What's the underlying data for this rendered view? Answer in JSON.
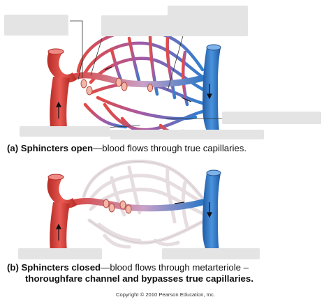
{
  "captions": {
    "a": {
      "prefix": "(a) ",
      "bold": "Sphincters open",
      "rest": "—blood flows through true capillaries."
    },
    "b": {
      "prefix": "(b) ",
      "bold": "Sphincters closed",
      "rest1": "—blood flows through metarteriole –",
      "rest2": "thoroughfare channel and bypasses true capillaries."
    }
  },
  "copyright": "Copyright © 2010 Pearson Education, Inc.",
  "colors": {
    "artery": "#d9413c",
    "artery_dark": "#a7231f",
    "vein": "#2f78c6",
    "vein_dark": "#1c4f90",
    "capillary_mid": "#9a5aa8",
    "closed_capillary": "#e7e0e2",
    "label_box": "#e4e4e4"
  }
}
